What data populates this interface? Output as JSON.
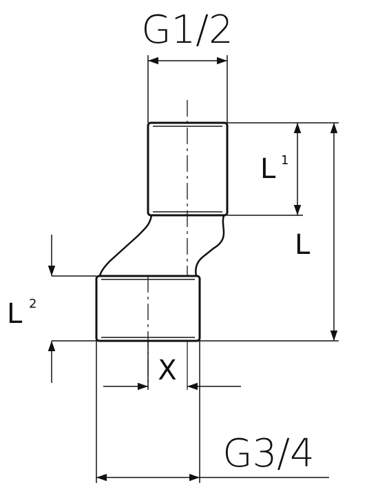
{
  "labels": {
    "top_thread": "G1/2",
    "bottom_thread": "G3/4",
    "offset": "X",
    "length_total": "L",
    "length_1": "L",
    "length_1_sub": "1",
    "length_2": "L",
    "length_2_sub": "2"
  },
  "colors": {
    "line": "#111111",
    "background": "#ffffff"
  }
}
